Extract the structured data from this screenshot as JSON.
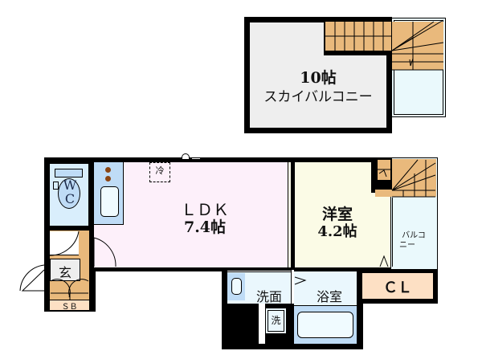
{
  "floor_plan": {
    "upper_floor": {
      "skybalcony": {
        "size": "10帖",
        "label": "スカイバルコニー",
        "color": "#eeeeee"
      },
      "stairs_color": "#e9b97c",
      "void_color": "#eaf9fc"
    },
    "main_floor": {
      "ldk": {
        "label": "ＬＤＫ",
        "size": "7.4帖",
        "color": "#fdf0fa"
      },
      "fridge": {
        "label": "冷"
      },
      "western_room": {
        "label": "洋室",
        "size": "4.2帖",
        "color": "#fbfbe6"
      },
      "balcony": {
        "label_line1": "バルコ",
        "label_line2": "ニー",
        "color": "#eaf9fc"
      },
      "closet": {
        "label": "ＣＬ",
        "color": "#fde0c4"
      },
      "wc": {
        "label_line1": "W",
        "label_line2": "C",
        "color": "#d9eefc"
      },
      "kitchen_color": "#bfdcf6",
      "entrance": {
        "label": "玄",
        "color": "#e9b97c"
      },
      "shoe_box": {
        "label": "ＳＢ",
        "color": "#fde0c4"
      },
      "washroom": {
        "label": "洗面",
        "color": "#eaf7fd"
      },
      "washer": {
        "label": "洗"
      },
      "bathroom": {
        "label": "浴室",
        "color": "#eaf7fd",
        "tub_color": "#bfdcf6"
      }
    }
  }
}
